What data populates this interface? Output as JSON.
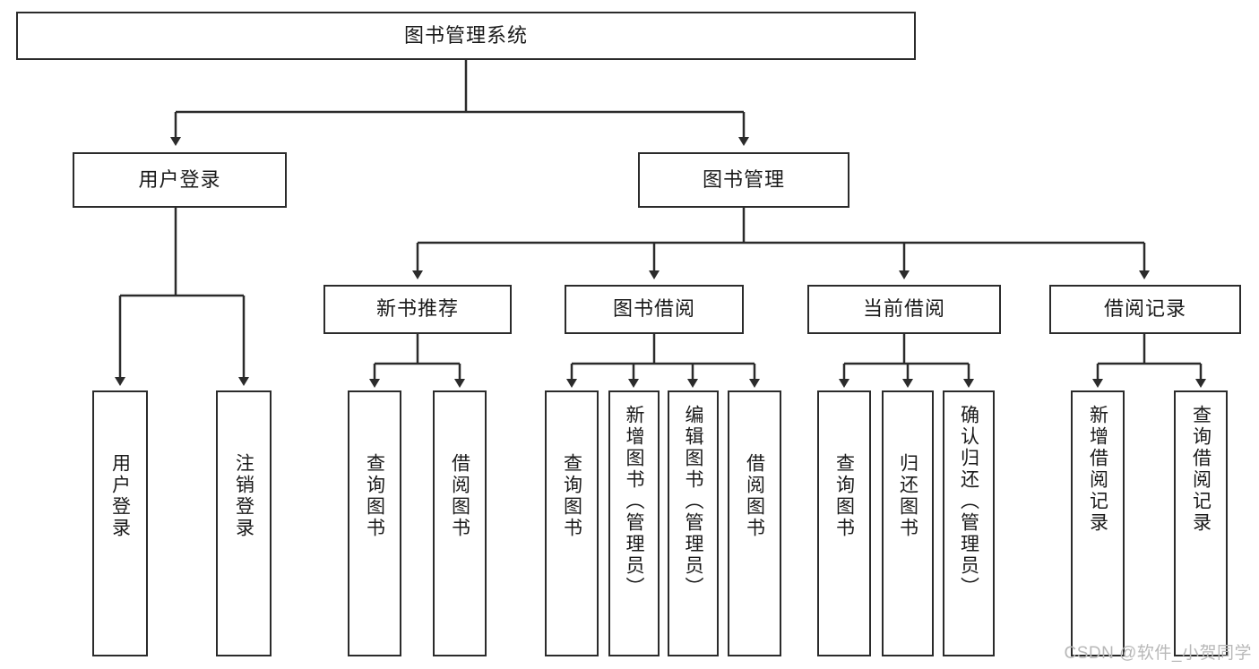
{
  "diagram": {
    "title": "图书管理系统",
    "type": "tree",
    "watermark": "CSDN @软件_小贺同学",
    "stroke_color": "#2b2b2b",
    "fill_color": "#ffffff",
    "levels": {
      "root": {
        "label": "图书管理系统"
      },
      "level2": [
        {
          "id": "user-login",
          "label": "用户登录"
        },
        {
          "id": "book-management",
          "label": "图书管理"
        }
      ],
      "level3": [
        {
          "id": "new-book-recommend",
          "label": "新书推荐"
        },
        {
          "id": "book-borrow",
          "label": "图书借阅"
        },
        {
          "id": "current-borrow",
          "label": "当前借阅"
        },
        {
          "id": "borrow-record",
          "label": "借阅记录"
        }
      ],
      "leaves": {
        "user-login": [
          {
            "id": "leaf-user-login",
            "label": "用户登录"
          },
          {
            "id": "leaf-logout-login",
            "label": "注销登录"
          }
        ],
        "new-book-recommend": [
          {
            "id": "leaf-query-book-1",
            "label": "查询图书"
          },
          {
            "id": "leaf-borrow-book-1",
            "label": "借阅图书"
          }
        ],
        "book-borrow": [
          {
            "id": "leaf-query-book-2",
            "label": "查询图书"
          },
          {
            "id": "leaf-add-book",
            "label": "新增图书（管理员）"
          },
          {
            "id": "leaf-edit-book",
            "label": "编辑图书（管理员）"
          },
          {
            "id": "leaf-borrow-book-2",
            "label": "借阅图书"
          }
        ],
        "current-borrow": [
          {
            "id": "leaf-query-book-3",
            "label": "查询图书"
          },
          {
            "id": "leaf-return-book",
            "label": "归还图书"
          },
          {
            "id": "leaf-confirm-return",
            "label": "确认归还（管理员）"
          }
        ],
        "borrow-record": [
          {
            "id": "leaf-add-record",
            "label": "新增借阅记录"
          },
          {
            "id": "leaf-query-record",
            "label": "查询借阅记录"
          }
        ]
      }
    }
  }
}
